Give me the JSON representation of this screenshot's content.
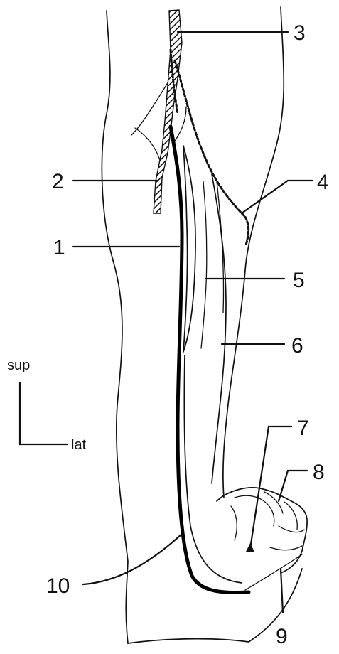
{
  "labels": [
    "1",
    "2",
    "3",
    "4",
    "5",
    "6",
    "7",
    "8",
    "9",
    "10"
  ],
  "orientation": {
    "superior": "sup",
    "lateral": "lat"
  }
}
